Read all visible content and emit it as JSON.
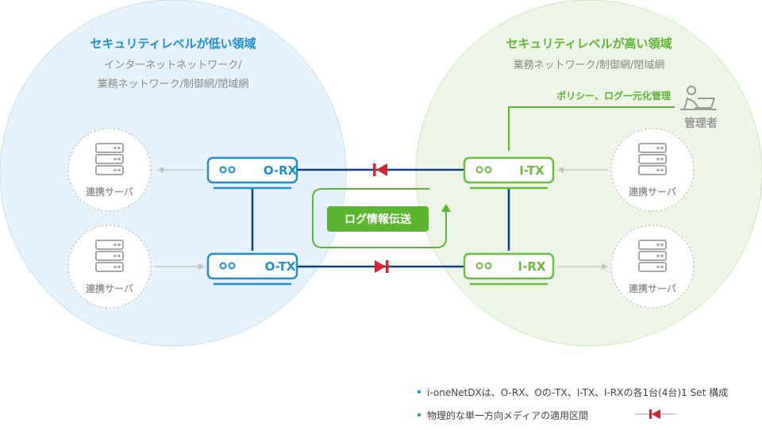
{
  "low_zone": {
    "title": "セキュリティレベルが低い領域",
    "subtitle_line1": "インターネットネットワーク/",
    "subtitle_line2": "業務ネットワーク/制御網/閉域網",
    "fill": "#e6f2fb",
    "stroke": "#c5e0f3",
    "accent": "#1a8fd6"
  },
  "high_zone": {
    "title": "セキュリティレベルが高い領域",
    "subtitle_line1": "業務ネットワーク/制御網/閉域網",
    "fill": "#edf6e6",
    "stroke": "#cfe6bd",
    "accent": "#5cb531"
  },
  "devices": {
    "orx": "O-RX",
    "otx": "O-TX",
    "itx": "I-TX",
    "irx": "I-RX"
  },
  "servers": {
    "low_top": "連携サーバ",
    "low_bottom": "連携サーバ",
    "high_top": "連携サーバ",
    "high_bottom": "連携サーバ"
  },
  "log_transfer_label": "ログ情報伝送",
  "policy_label": "ポリシー、ログ一元化管理",
  "admin_label": "管理者",
  "colors": {
    "link": "#0f3f7f",
    "diode": "#d7232f",
    "server_icon": "#a8a8a8",
    "server_text": "#999999",
    "arrow": "#c4c4c4"
  },
  "notes": [
    "i-oneNetDXは、O-RX、Oの-TX、I-TX、I-RXの各1台(4台)1 Set 構成",
    "物理的な単一方向メディアの適用区間"
  ]
}
